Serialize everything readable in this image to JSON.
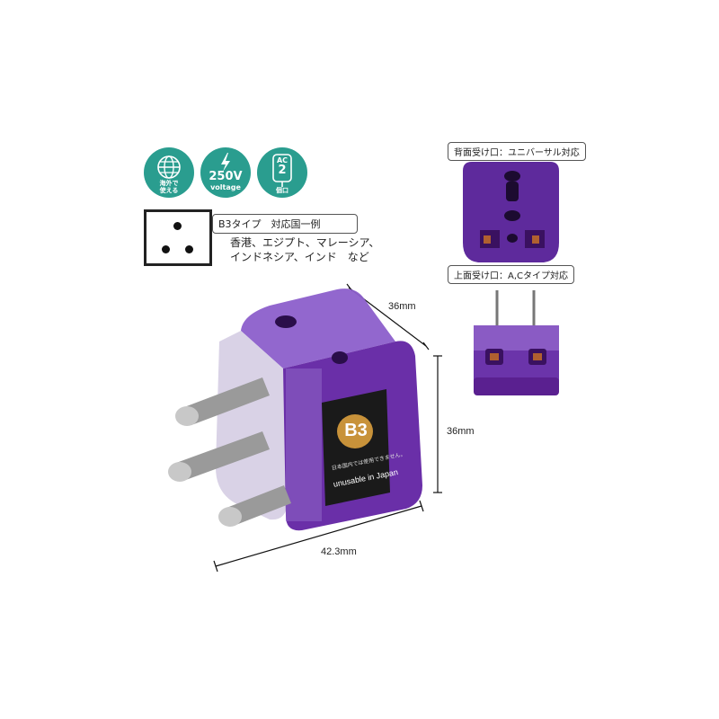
{
  "badges": {
    "globe_line1": "海外で",
    "globe_line2": "使える",
    "voltage_value": "250V",
    "voltage_unit": "voltage",
    "ac_label": "AC",
    "ac_count": "2",
    "ac_unit": "個口"
  },
  "type_label": "B3タイプ　対応国一例",
  "countries": {
    "line1": "香港、エジプト、マレーシア、",
    "line2": "インドネシア、インド　など"
  },
  "back_socket_label": "背面受け口：ユニバーサル対応",
  "top_socket_label": "上面受け口：A,Cタイプ対応",
  "dimensions": {
    "depth": "36mm",
    "height": "36mm",
    "width": "42.3mm"
  },
  "product": {
    "type_badge": "B3",
    "warning_jp": "日本国内では使用できません。",
    "warning_en": "unusable in Japan"
  },
  "colors": {
    "badge_teal": "#2a9d8f",
    "body_purple": "#6a2fa8",
    "badge_gold": "#c8923a"
  }
}
